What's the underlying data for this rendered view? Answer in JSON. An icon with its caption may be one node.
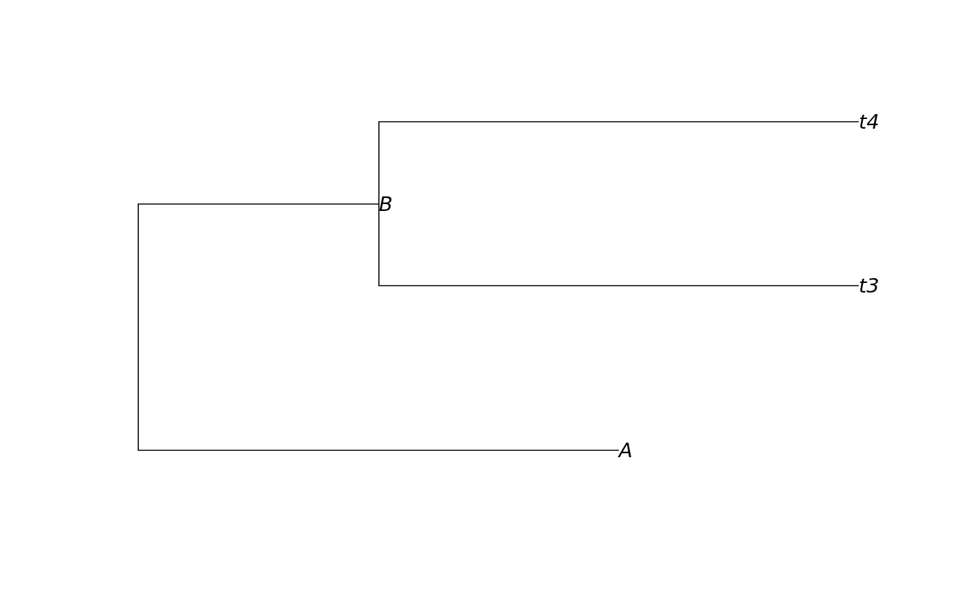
{
  "diagram": {
    "nodes": [
      {
        "text": [
          "B"
        ]
      },
      {
        "text": [
          "t4"
        ]
      },
      {
        "text": [
          "t3"
        ]
      },
      {
        "text": [
          "A"
        ]
      }
    ],
    "edges": [
      {
        "from": 0,
        "to": 1,
        "arrow": "none"
      },
      {
        "from": 0,
        "to": 2,
        "arrow": "none"
      },
      {
        "from": 0,
        "to": 3,
        "arrow": "none"
      }
    ]
  }
}
